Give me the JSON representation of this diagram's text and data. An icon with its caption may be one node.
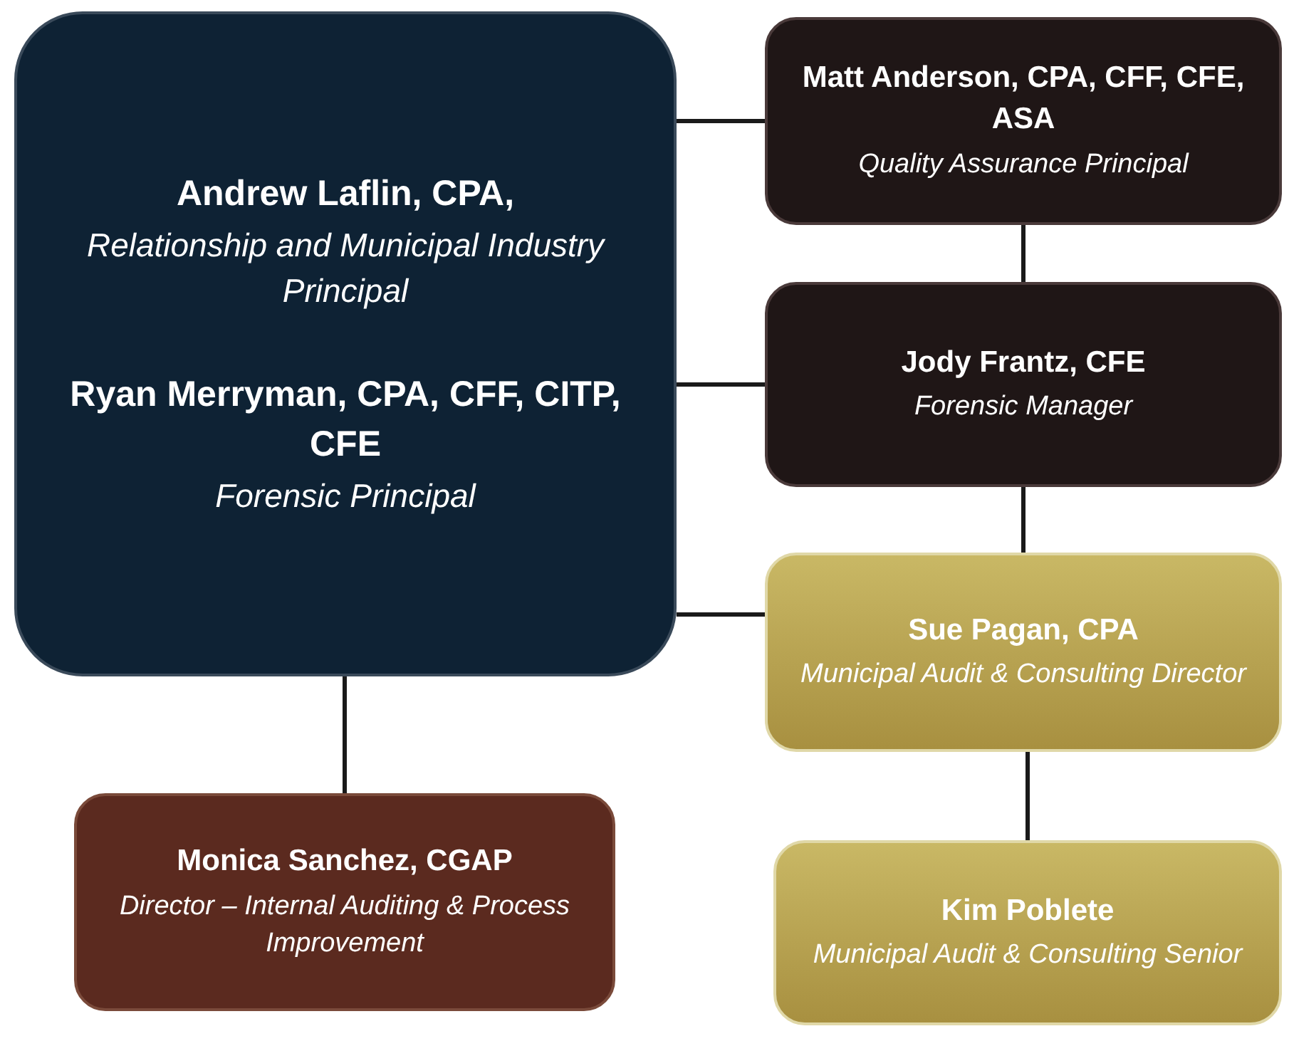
{
  "diagram": {
    "nodes": [
      {
        "text": [
          "Andrew Laflin, CPA,",
          "Relationship and Municipal Industry Principal",
          "Ryan Merryman, CPA, CFF, CITP, CFE",
          "Forensic Principal"
        ]
      },
      {
        "text": [
          "Matt Anderson, CPA, CFF, CFE, ASA",
          "Quality Assurance Principal"
        ]
      },
      {
        "text": [
          "Jody Frantz, CFE",
          "Forensic Manager"
        ]
      },
      {
        "text": [
          "Sue Pagan, CPA",
          "Municipal Audit & Consulting Director"
        ]
      },
      {
        "text": [
          "Kim Poblete",
          "Municipal Audit & Consulting Senior"
        ]
      },
      {
        "text": [
          "Monica Sanchez, CGAP",
          "Director – Internal Auditing & Process Improvement"
        ]
      }
    ],
    "edges": [
      {
        "from": 0,
        "to": 1,
        "arrow": "none"
      },
      {
        "from": 0,
        "to": 2,
        "arrow": "none"
      },
      {
        "from": 0,
        "to": 3,
        "arrow": "none"
      },
      {
        "from": 1,
        "to": 2,
        "arrow": "none"
      },
      {
        "from": 2,
        "to": 3,
        "arrow": "none"
      },
      {
        "from": 3,
        "to": 4,
        "arrow": "none"
      },
      {
        "from": 0,
        "to": 5,
        "arrow": "none"
      }
    ]
  }
}
